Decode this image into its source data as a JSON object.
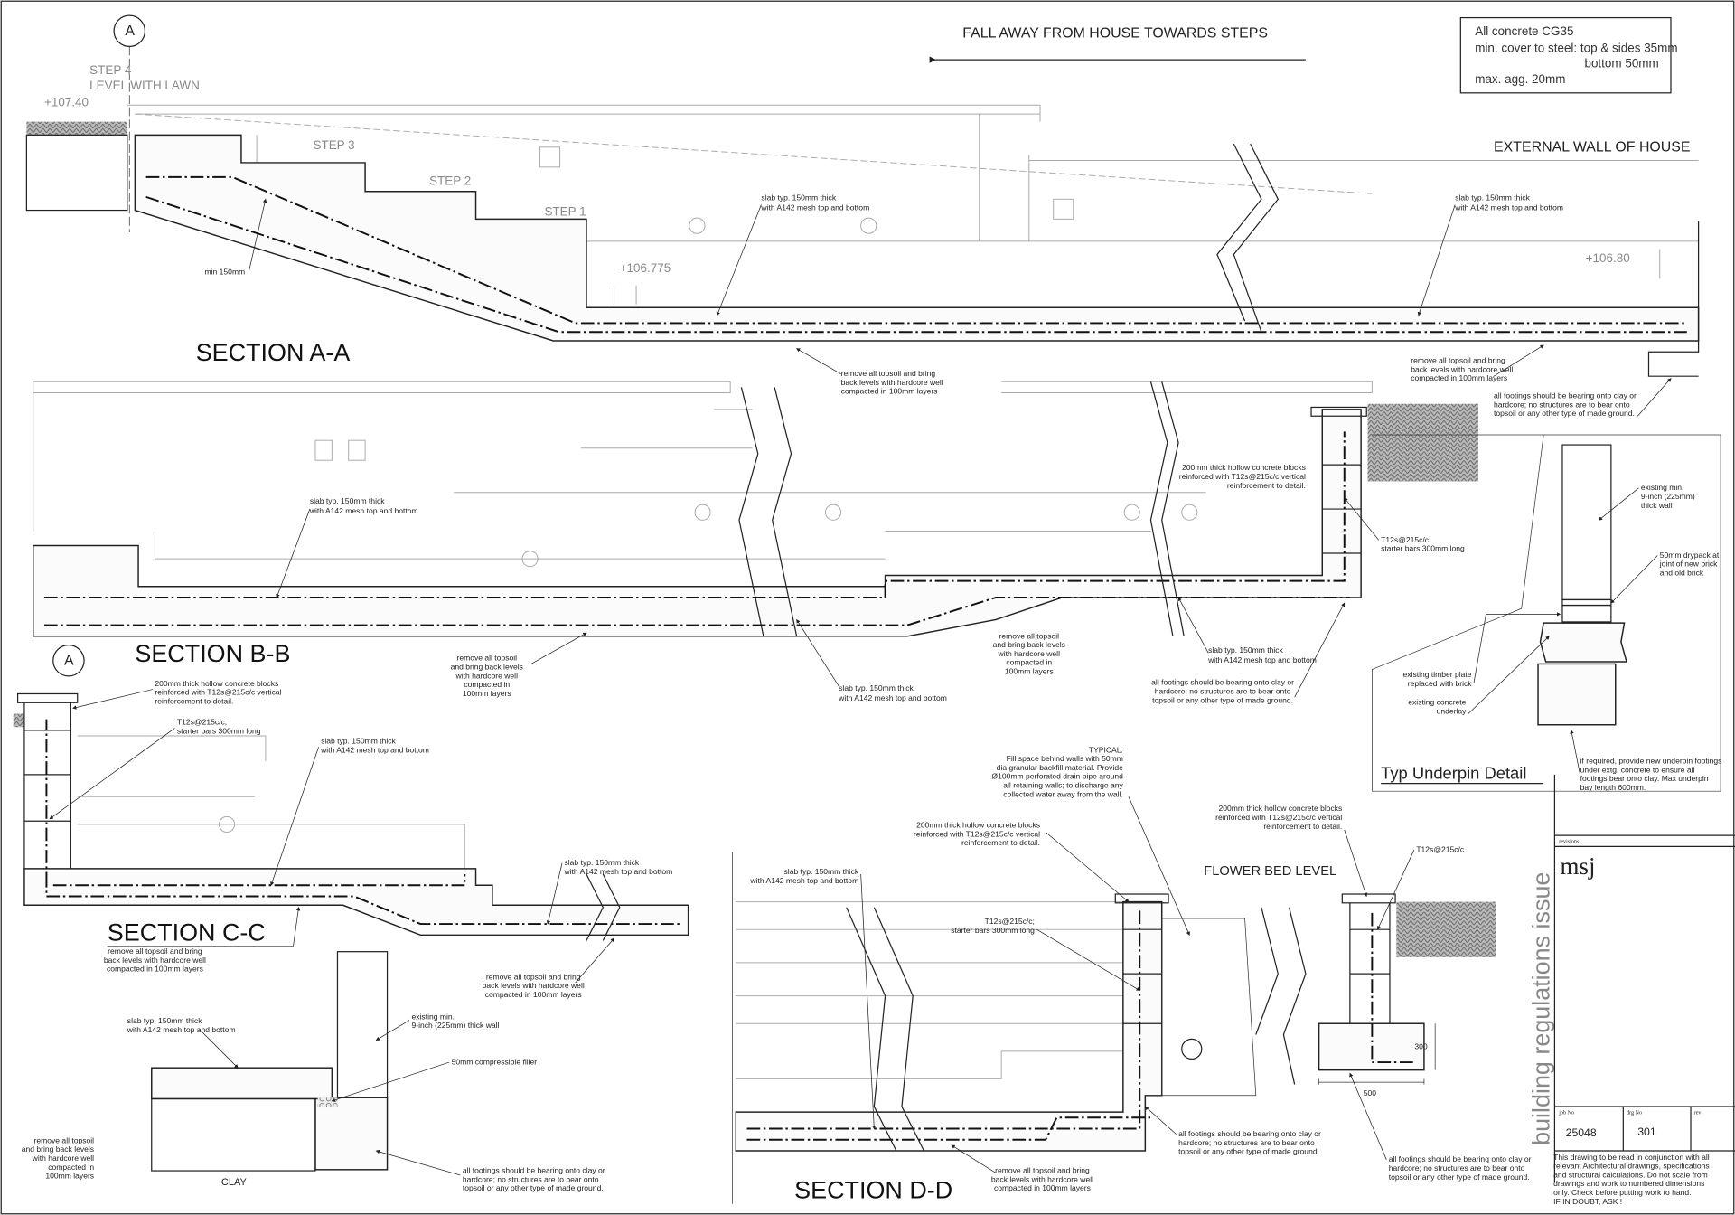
{
  "header": {
    "fall_note": "FALL AWAY FROM HOUSE TOWARDS STEPS",
    "external_wall": "EXTERNAL WALL OF HOUSE"
  },
  "spec_box": {
    "lines": [
      "All concrete CG35",
      "min. cover to steel: top & sides 35mm",
      "bottom 50mm",
      "max. agg. 20mm"
    ]
  },
  "section_aa": {
    "marker": "A",
    "step4": "STEP 4",
    "level_with_lawn": "LEVEL WITH LAWN",
    "level_lawn": "+107.40",
    "step3": "STEP 3",
    "step2": "STEP 2",
    "step1": "STEP 1",
    "level_mid": "+106.775",
    "level_house": "+106.80",
    "min_150": "min 150mm",
    "title": "SECTION A-A",
    "slab_note_1": [
      "slab typ. 150mm thick",
      "with A142 mesh top and bottom"
    ],
    "slab_note_2": [
      "slab typ. 150mm thick",
      "with A142 mesh top and bottom"
    ],
    "remove_note_1": [
      "remove all topsoil and bring",
      "back levels with hardcore well",
      "compacted in 100mm layers"
    ],
    "remove_note_2": [
      "remove all topsoil and bring",
      "back levels with hardcore well",
      "compacted in 100mm layers"
    ],
    "footing_note": [
      "all footings should be bearing onto clay or",
      "hardcore; no structures are to bear onto",
      "topsoil or any other type of made ground."
    ]
  },
  "section_bb": {
    "title": "SECTION B-B",
    "slab_note_1": [
      "slab typ. 150mm thick",
      "with A142 mesh top and bottom"
    ],
    "block_note": [
      "200mm thick hollow concrete blocks",
      "reinforced with T12s@215c/c vertical",
      "reinforcement to detail."
    ],
    "starter_note": [
      "T12s@215c/c;",
      "starter bars 300mm long"
    ],
    "remove_note_1": [
      "remove all topsoil",
      "and bring back levels",
      "with hardcore well",
      "compacted in",
      "100mm layers"
    ],
    "slab_note_2": [
      "slab typ. 150mm thick",
      "with A142 mesh top and bottom"
    ],
    "remove_note_2": [
      "remove all topsoil",
      "and bring back levels",
      "with hardcore well",
      "compacted in",
      "100mm layers"
    ],
    "slab_note_3": [
      "slab typ. 150mm thick",
      "with A142 mesh top and bottom"
    ],
    "footing_note": [
      "all footings should be bearing onto clay or",
      "hardcore; no structures are to bear onto",
      "topsoil or any other type of made ground."
    ]
  },
  "section_cc": {
    "marker": "A",
    "title": "SECTION C-C",
    "block_note": [
      "200mm thick hollow concrete blocks",
      "reinforced with T12s@215c/c vertical",
      "reinforcement to detail."
    ],
    "starter_note": [
      "T12s@215c/c;",
      "starter bars 300mm long"
    ],
    "slab_note_1": [
      "slab typ. 150mm thick",
      "with A142 mesh top and bottom"
    ],
    "slab_note_2": [
      "slab typ. 150mm thick",
      "with A142 mesh top and bottom"
    ],
    "remove_note_1": [
      "remove all topsoil and bring",
      "back levels with hardcore well",
      "compacted in 100mm layers"
    ],
    "remove_note_2": [
      "remove all topsoil and bring",
      "back levels with hardcore well",
      "compacted in 100mm layers"
    ],
    "detail_slab_note": [
      "slab typ. 150mm thick",
      "with A142 mesh top and bottom"
    ],
    "wall_note": [
      "existing min.",
      "9-inch (225mm) thick wall"
    ],
    "filler_note": "50mm compressible filler",
    "detail_remove_note": [
      "remove all topsoil",
      "and bring back levels",
      "with hardcore well",
      "compacted in",
      "100mm layers"
    ],
    "clay": "CLAY",
    "detail_footing_note": [
      "all footings should be bearing onto clay or",
      "hardcore; no structures are to bear onto",
      "topsoil or any other type of made ground."
    ]
  },
  "section_dd": {
    "title": "SECTION D-D",
    "typical_note": [
      "TYPICAL:",
      "Fill space behind walls with 50mm",
      "dia granular backfill material. Provide",
      "Ø100mm perforated drain pipe around",
      "all retaining walls; to discharge any",
      "collected water away from the wall."
    ],
    "block_note_1": [
      "200mm thick hollow concrete blocks",
      "reinforced with T12s@215c/c vertical",
      "reinforcement to detail."
    ],
    "slab_note": [
      "slab typ. 150mm thick",
      "with A142 mesh top and bottom"
    ],
    "starter_note": [
      "T12s@215c/c;",
      "starter bars 300mm long"
    ],
    "flower_bed": "FLOWER BED LEVEL",
    "block_note_2": [
      "200mm thick hollow concrete blocks",
      "reinforced with T12s@215c/c vertical",
      "reinforcement to detail."
    ],
    "bar_note": "T12s@215c/c",
    "dim_height": "300",
    "dim_width": "500",
    "footing_note_1": [
      "all footings should be bearing onto clay or",
      "hardcore; no structures are to bear onto",
      "topsoil or any other type of made ground."
    ],
    "footing_note_2": [
      "all footings should be bearing onto clay or",
      "hardcore; no structures are to bear onto",
      "topsoil or any other type of made ground."
    ],
    "remove_note": [
      "remove all topsoil and bring",
      "back levels with hardcore well",
      "compacted in 100mm layers"
    ]
  },
  "underpin": {
    "title": "Typ Underpin Detail",
    "wall_note": [
      "existing min.",
      "9-inch (225mm)",
      "thick wall"
    ],
    "drypack_note": [
      "50mm drypack at",
      "joint of new brick",
      "and old brick"
    ],
    "timber_note": [
      "existing timber plate",
      "replaced with brick"
    ],
    "underlay_note": [
      "existing concrete",
      "underlay"
    ],
    "footing_note": [
      "if required, provide new underpin footings",
      "under extg. concrete to ensure all",
      "footings bear onto clay. Max underpin",
      "bay length 600mm."
    ]
  },
  "title_block": {
    "issue": "building regulations issue",
    "revisions_label": "revisions",
    "logo": "msj",
    "job_no_label": "job No",
    "job_no": "25048",
    "drg_no_label": "drg No",
    "drg_no": "301",
    "rev_label": "rev",
    "disclaimer": [
      "This drawing to be read in conjunction with all",
      "relevant Architectural drawings, specifications",
      "and structural calculations.  Do not scale from",
      "drawings and work to numbered dimensions",
      "only.  Check before putting work to hand.",
      "IF IN DOUBT, ASK !"
    ]
  }
}
